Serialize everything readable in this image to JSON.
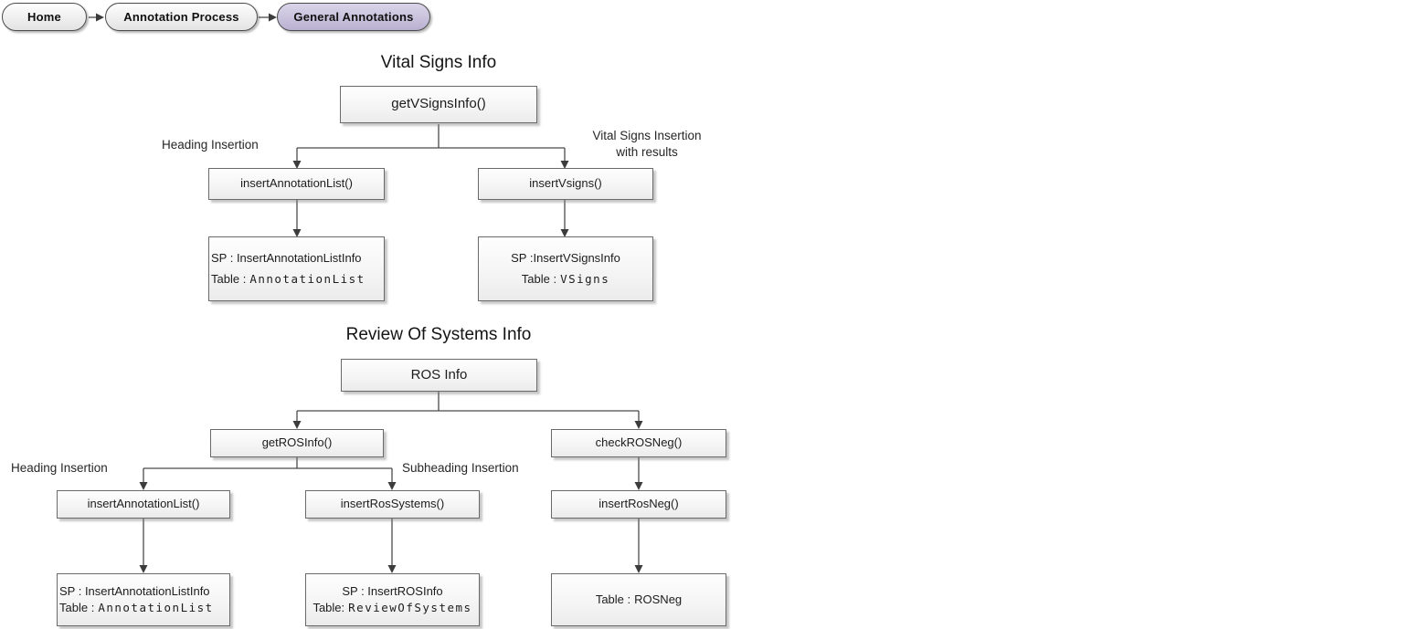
{
  "breadcrumb": {
    "items": [
      {
        "label": "Home",
        "active": false
      },
      {
        "label": "Annotation Process",
        "active": false
      },
      {
        "label": "General Annotations",
        "active": true
      }
    ]
  },
  "colors": {
    "active_pill": "#c9c2dd",
    "pill_fill": "#efefef",
    "node_fill": "#f4f4f4",
    "node_border": "#6a6a6a",
    "connector": "#4a4a4a"
  },
  "tree1": {
    "title": "Vital Signs Info",
    "root": "getVSignsInfo()",
    "label_left": "Heading Insertion",
    "label_right_line1": "Vital Signs Insertion",
    "label_right_line2": "with results",
    "child_left": "insertAnnotationList()",
    "child_right": "insertVsigns()",
    "leaf_left": {
      "sp": "SP : InsertAnnotationListInfo",
      "table_prefix": "Table :",
      "table_name": "AnnotationList"
    },
    "leaf_right": {
      "sp": "SP :InsertVSignsInfo",
      "table_prefix": "Table :",
      "table_name": "VSigns"
    }
  },
  "tree2": {
    "title": "Review Of Systems Info",
    "root": "ROS Info",
    "label_heading": "Heading Insertion",
    "label_subheading": "Subheading Insertion",
    "child_left": "getROSInfo()",
    "child_right": "checkROSNeg()",
    "grandchild_left": "insertAnnotationList()",
    "grandchild_mid": "insertRosSystems()",
    "grandchild_right": "insertRosNeg()",
    "leaf_left": {
      "sp": "SP : InsertAnnotationListInfo",
      "table_prefix": "Table :",
      "table_name": "AnnotationList"
    },
    "leaf_mid": {
      "sp": "SP : InsertROSInfo",
      "table_prefix": "Table:",
      "table_name": "ReviewOfSystems"
    },
    "leaf_right": {
      "table_prefix": "Table :",
      "table_name": "ROSNeg"
    }
  }
}
